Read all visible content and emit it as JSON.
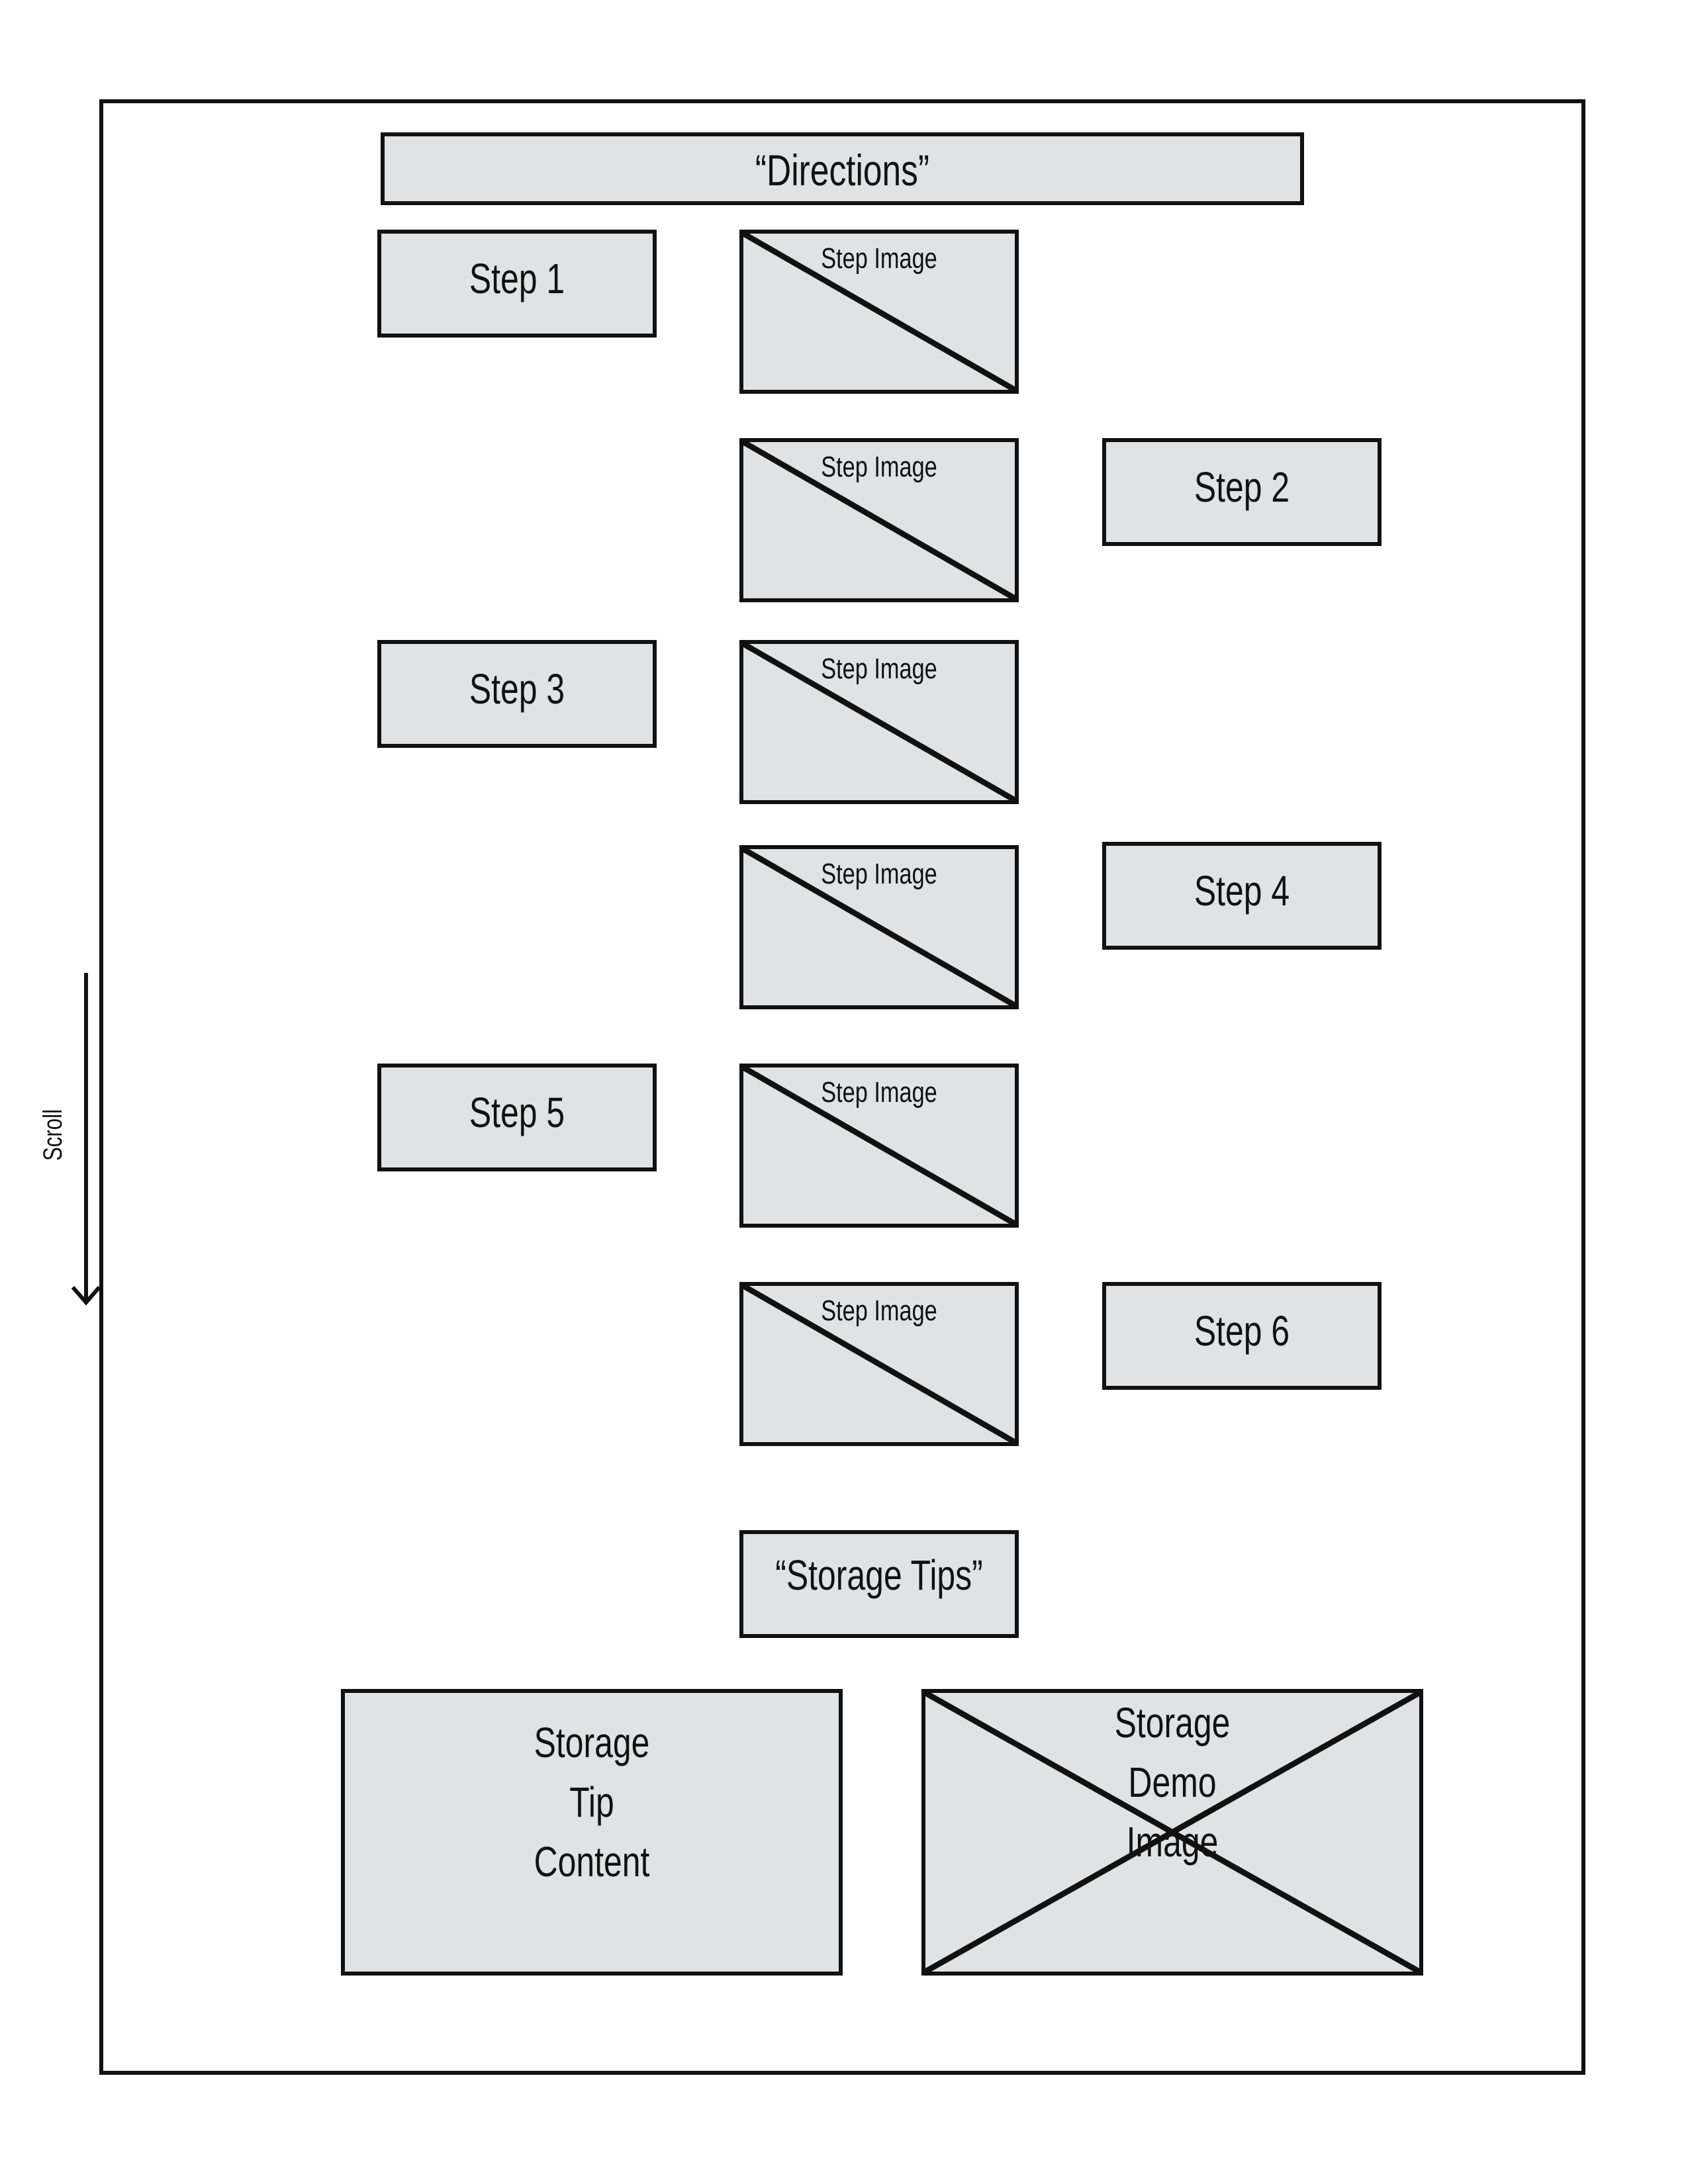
{
  "wireframe": {
    "title": "“Directions”",
    "scroll_label": "Scroll",
    "steps": [
      {
        "label": "Step 1",
        "image_label": "Step Image"
      },
      {
        "label": "Step 2",
        "image_label": "Step Image"
      },
      {
        "label": "Step 3",
        "image_label": "Step Image"
      },
      {
        "label": "Step 4",
        "image_label": "Step Image"
      },
      {
        "label": "Step 5",
        "image_label": "Step Image"
      },
      {
        "label": "Step 6",
        "image_label": "Step Image"
      }
    ],
    "storage": {
      "heading": "“Storage Tips”",
      "tip_content_label": "Storage Tip Content",
      "demo_image_label": "Storage Demo Image"
    },
    "colors": {
      "placeholder_fill": "#e1e2e3",
      "outline": "#111111",
      "background": "#ffffff"
    }
  }
}
